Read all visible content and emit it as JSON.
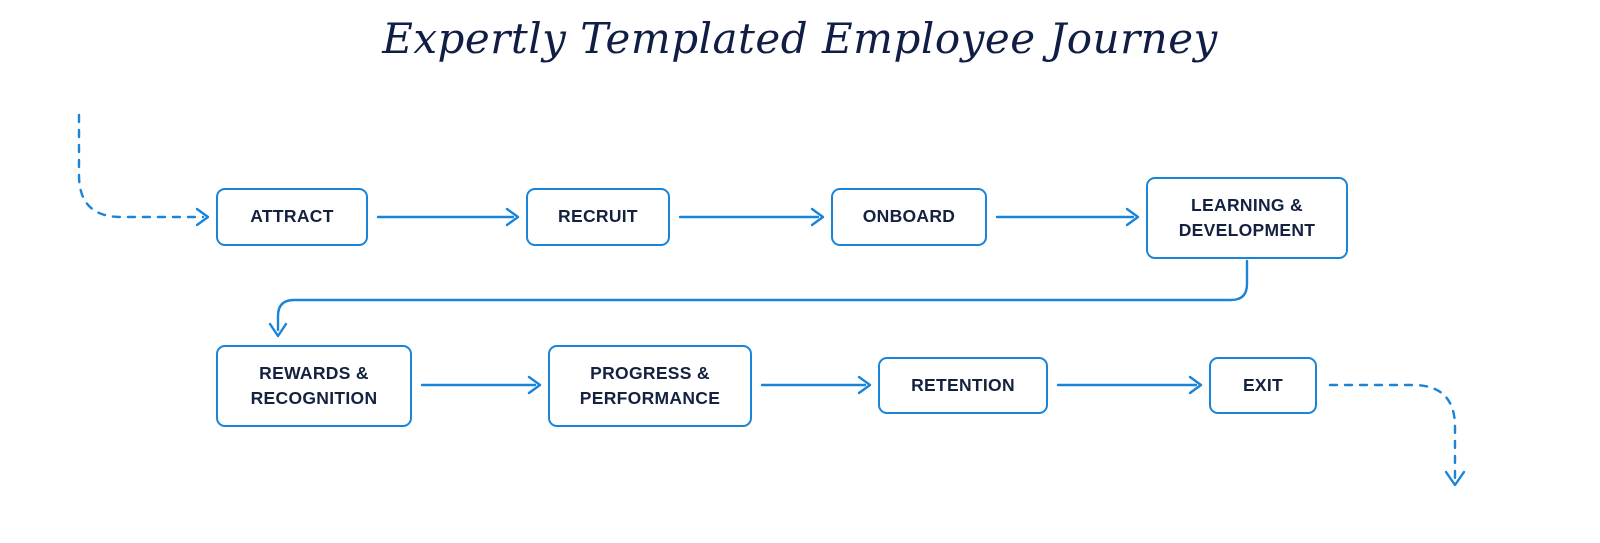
{
  "page": {
    "title": "Expertly Templated Employee Journey",
    "background": "#ffffff",
    "accent_color": "#1a84d8",
    "text_color": "#14213f",
    "title_color": "#101d44"
  },
  "chart_data": {
    "type": "diagram",
    "diagram_kind": "process-flow",
    "title": "Expertly Templated Employee Journey",
    "flow_direction": "left-to-right, wrapping to second row",
    "nodes": [
      {
        "id": "attract",
        "label": "ATTRACT",
        "row": 1,
        "order": 1,
        "lines": 1
      },
      {
        "id": "recruit",
        "label": "RECRUIT",
        "row": 1,
        "order": 2,
        "lines": 1
      },
      {
        "id": "onboard",
        "label": "ONBOARD",
        "row": 1,
        "order": 3,
        "lines": 1
      },
      {
        "id": "learning",
        "label": "LEARNING &\nDEVELOPMENT",
        "row": 1,
        "order": 4,
        "lines": 2
      },
      {
        "id": "rewards",
        "label": "REWARDS &\nRECOGNITION",
        "row": 2,
        "order": 1,
        "lines": 2
      },
      {
        "id": "progress",
        "label": "PROGRESS &\nPERFORMANCE",
        "row": 2,
        "order": 2,
        "lines": 2
      },
      {
        "id": "retention",
        "label": "RETENTION",
        "row": 2,
        "order": 3,
        "lines": 1
      },
      {
        "id": "exit",
        "label": "EXIT",
        "row": 2,
        "order": 4,
        "lines": 1
      }
    ],
    "edges": [
      {
        "from": "entry",
        "to": "attract",
        "style": "dashed",
        "arrow": "chevron-right"
      },
      {
        "from": "attract",
        "to": "recruit",
        "style": "solid",
        "arrow": "chevron-right"
      },
      {
        "from": "recruit",
        "to": "onboard",
        "style": "solid",
        "arrow": "chevron-right"
      },
      {
        "from": "onboard",
        "to": "learning",
        "style": "solid",
        "arrow": "chevron-right"
      },
      {
        "from": "learning",
        "to": "rewards",
        "style": "solid",
        "arrow": "chevron-down",
        "shape": "wrap-elbow"
      },
      {
        "from": "rewards",
        "to": "progress",
        "style": "solid",
        "arrow": "chevron-right"
      },
      {
        "from": "progress",
        "to": "retention",
        "style": "solid",
        "arrow": "chevron-right"
      },
      {
        "from": "retention",
        "to": "exit",
        "style": "solid",
        "arrow": "chevron-right"
      },
      {
        "from": "exit",
        "to": "end",
        "style": "dashed",
        "arrow": "chevron-down"
      }
    ]
  }
}
